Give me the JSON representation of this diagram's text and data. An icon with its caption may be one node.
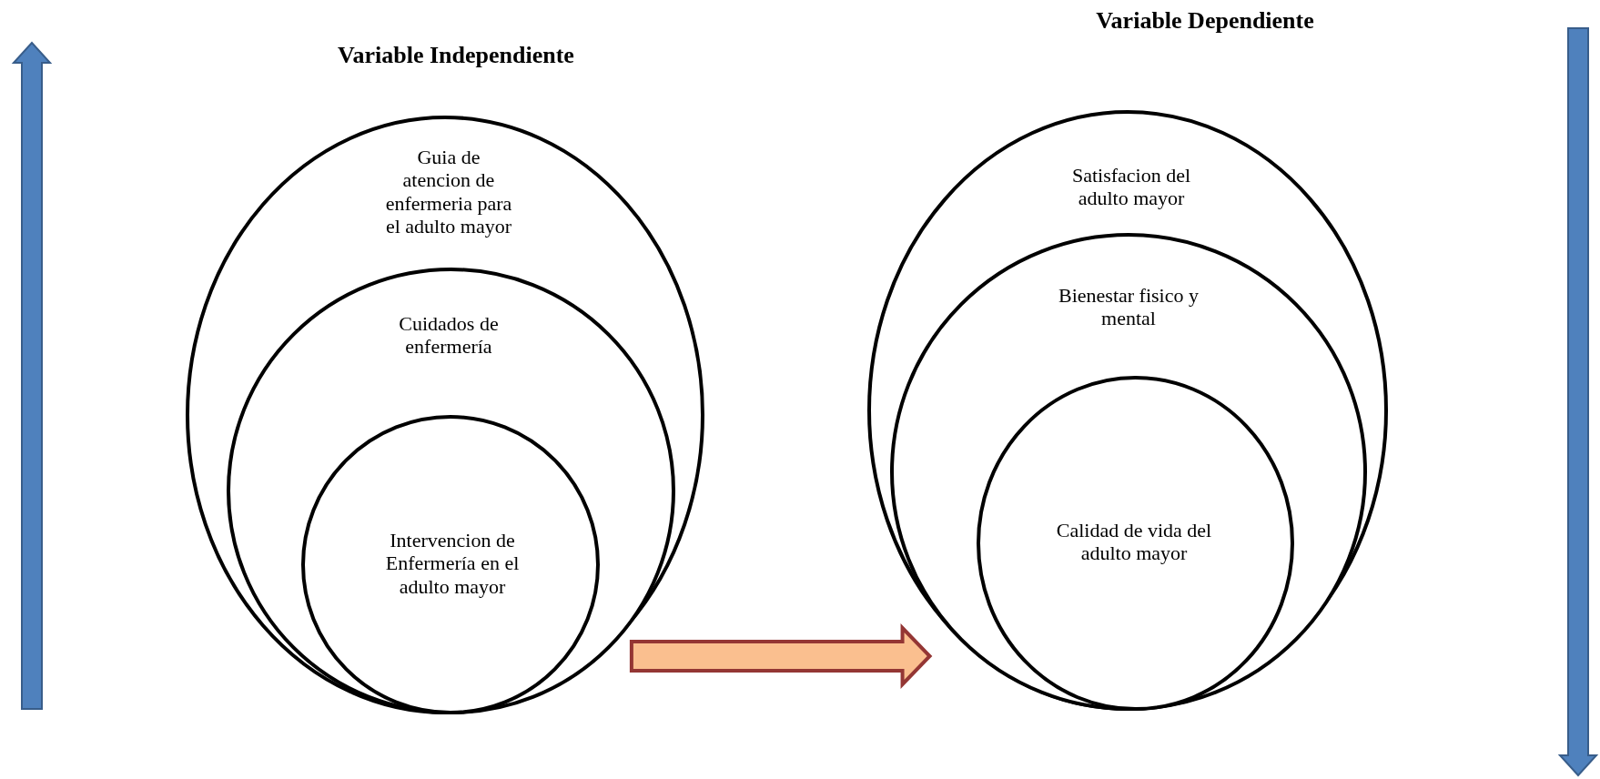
{
  "diagram": {
    "nodes": [
      {
        "text": [
          "Guia de atencion de enfermeria para el adulto mayor"
        ]
      },
      {
        "text": [
          "Cuidados de enfermería"
        ],
        "in": 0
      },
      {
        "text": [
          "Intervencion de Enfermería en el adulto mayor"
        ],
        "in": 1
      },
      {
        "text": [
          "Satisfacion del adulto mayor"
        ]
      },
      {
        "text": [
          "Bienestar fisico y mental"
        ],
        "in": 3
      },
      {
        "text": [
          "Calidad de vida del adulto mayor"
        ],
        "in": 4
      }
    ],
    "edges": [
      {
        "from": 0,
        "to": 3,
        "arrow": "to",
        "style": "thick",
        "color": "#943634"
      }
    ],
    "labels": [
      "Variable Independiente",
      "Variable Dependiente"
    ]
  }
}
